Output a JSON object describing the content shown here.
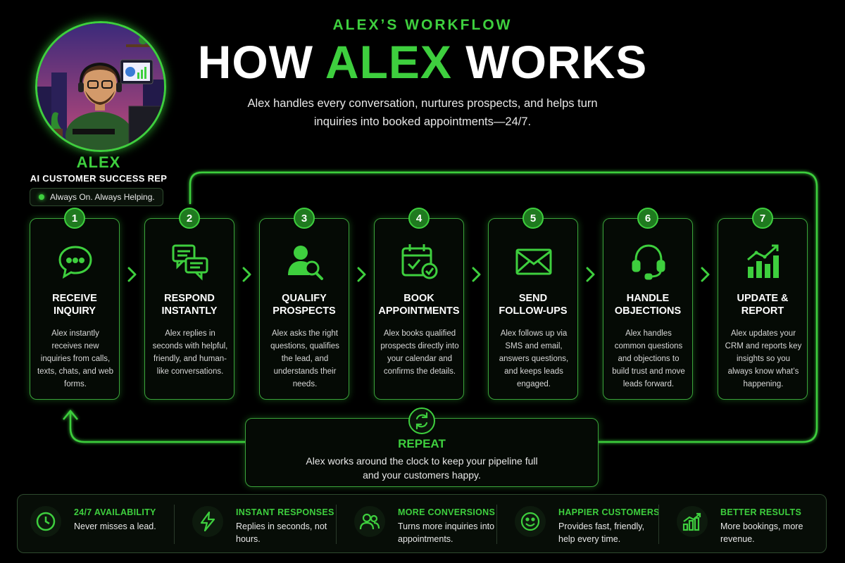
{
  "header": {
    "kicker": "ALEX’S WORKFLOW",
    "headline_pre": "HOW ",
    "headline_accent": "ALEX",
    "headline_post": " WORKS",
    "subtitle_line1": "Alex handles every conversation, nurtures prospects, and helps turn",
    "subtitle_line2": "inquiries into booked appointments—24/7."
  },
  "persona": {
    "name": "ALEX",
    "role": "AI CUSTOMER SUCCESS REP",
    "status": "Always On. Always Helping."
  },
  "steps": [
    {
      "number": "1",
      "title": "RECEIVE\nINQUIRY",
      "icon": "chat-bubble-icon",
      "desc": "Alex instantly receives new inquiries from calls, texts, chats, and web forms."
    },
    {
      "number": "2",
      "title": "RESPOND\nINSTANTLY",
      "icon": "conversation-icon",
      "desc": "Alex replies in seconds with helpful, friendly, and human-like conversations."
    },
    {
      "number": "3",
      "title": "QUALIFY\nPROSPECTS",
      "icon": "user-search-icon",
      "desc": "Alex asks the right questions, qualifies the lead, and understands their needs."
    },
    {
      "number": "4",
      "title": "BOOK\nAPPOINTMENTS",
      "icon": "calendar-check-icon",
      "desc": "Alex books qualified prospects directly into your calendar and confirms the details."
    },
    {
      "number": "5",
      "title": "SEND\nFOLLOW-UPS",
      "icon": "envelope-icon",
      "desc": "Alex follows up via SMS and email, answers questions, and keeps leads engaged."
    },
    {
      "number": "6",
      "title": "HANDLE\nOBJECTIONS",
      "icon": "headset-icon",
      "desc": "Alex handles common questions and objections to build trust and move leads forward."
    },
    {
      "number": "7",
      "title": "UPDATE &\nREPORT",
      "icon": "growth-chart-icon",
      "desc": "Alex updates your CRM and reports key insights so you always know what’s happening."
    }
  ],
  "repeat": {
    "title": "REPEAT",
    "line1": "Alex works around the clock to keep your pipeline full",
    "line2": "and your customers happy."
  },
  "benefits": [
    {
      "title": "24/7 AVAILABILITY",
      "desc": "Never misses a lead.",
      "icon": "clock-icon"
    },
    {
      "title": "INSTANT RESPONSES",
      "desc": "Replies in seconds, not hours.",
      "icon": "lightning-icon"
    },
    {
      "title": "MORE CONVERSIONS",
      "desc": "Turns more inquiries into appointments.",
      "icon": "people-icon"
    },
    {
      "title": "HAPPIER CUSTOMERS",
      "desc": "Provides fast, friendly, help every time.",
      "icon": "smiley-icon"
    },
    {
      "title": "BETTER RESULTS",
      "desc": "More bookings, more revenue.",
      "icon": "bar-growth-icon"
    }
  ],
  "colors": {
    "accent": "#3ecf3e",
    "background": "#000000",
    "card_border": "#3aa33a"
  }
}
